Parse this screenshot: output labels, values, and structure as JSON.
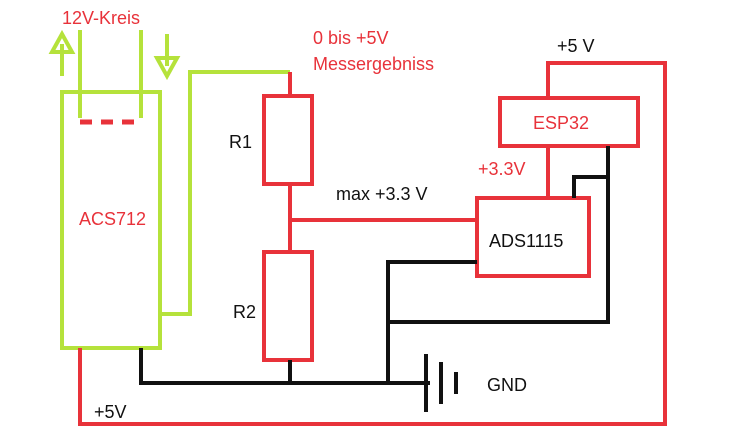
{
  "labels": {
    "circuit_12v": "12V-Kreis",
    "sensor": "ACS712",
    "voltage_range": "0 bis +5V",
    "measurement": "Messergebniss",
    "r1": "R1",
    "r2": "R2",
    "max_voltage": "max +3.3 V",
    "esp": "ESP32",
    "esp_supply": "+3.3V",
    "supply_top": "+5 V",
    "adc": "ADS1115",
    "ground": "GND",
    "supply_bottom": "+5V"
  },
  "colors": {
    "red": "#e8323a",
    "green": "#b5e23b",
    "black": "#111111"
  }
}
